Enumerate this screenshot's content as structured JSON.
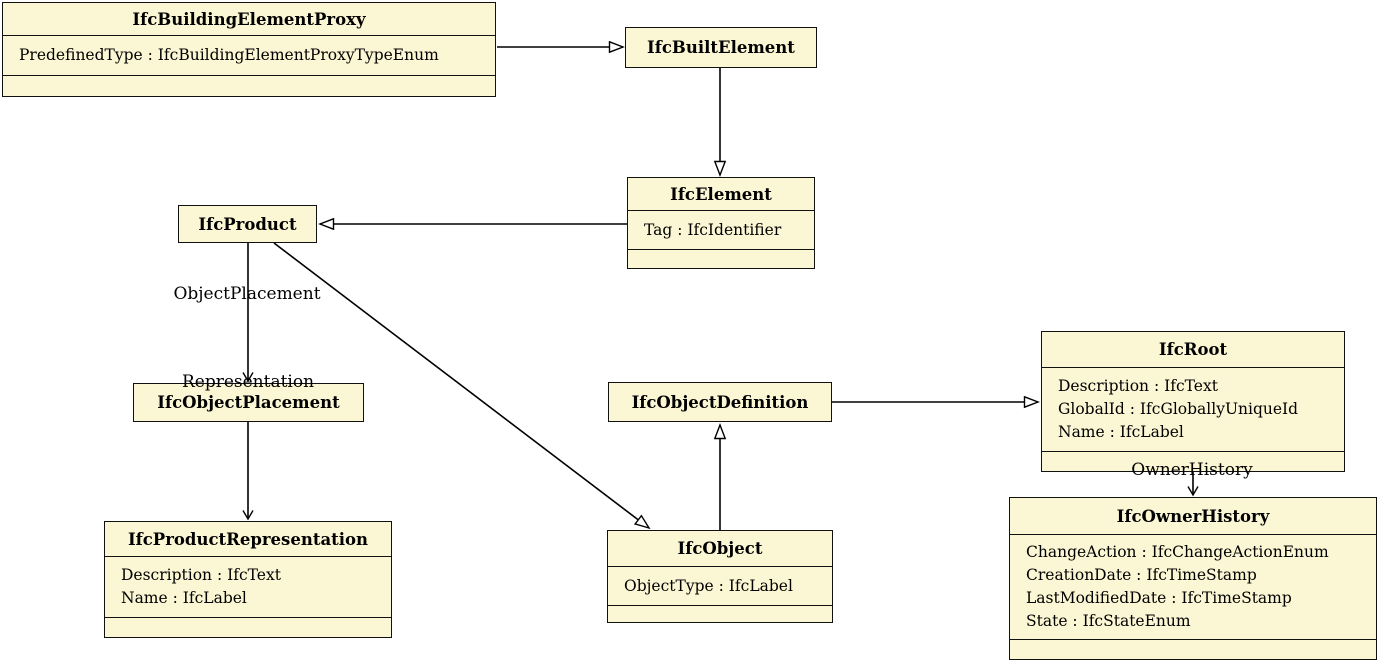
{
  "diagram": {
    "type": "uml-class-diagram",
    "subject": "IFC entity inheritance and associations",
    "colors": {
      "box_fill": "#FBF6D3",
      "box_border": "#111111",
      "line": "#000000",
      "background": "#FFFFFF"
    },
    "classes": [
      {
        "title": "IfcBuildingElementProxy",
        "attributes": [
          "PredefinedType : IfcBuildingElementProxyTypeEnum"
        ]
      },
      {
        "title": "IfcBuiltElement",
        "attributes": []
      },
      {
        "title": "IfcElement",
        "attributes": [
          "Tag : IfcIdentifier"
        ]
      },
      {
        "title": "IfcProduct",
        "attributes": []
      },
      {
        "title": "IfcObjectPlacement",
        "attributes": []
      },
      {
        "title": "IfcProductRepresentation",
        "attributes": [
          "Description : IfcText",
          "Name : IfcLabel"
        ]
      },
      {
        "title": "IfcObjectDefinition",
        "attributes": []
      },
      {
        "title": "IfcObject",
        "attributes": [
          "ObjectType : IfcLabel"
        ]
      },
      {
        "title": "IfcRoot",
        "attributes": [
          "Description : IfcText",
          "GlobalId : IfcGloballyUniqueId",
          "Name : IfcLabel"
        ]
      },
      {
        "title": "IfcOwnerHistory",
        "attributes": [
          "ChangeAction : IfcChangeActionEnum",
          "CreationDate : IfcTimeStamp",
          "LastModifiedDate : IfcTimeStamp",
          "State : IfcStateEnum"
        ]
      }
    ],
    "edges": [
      {
        "from": "IfcBuildingElementProxy",
        "to": "IfcBuiltElement",
        "type": "generalization",
        "label": ""
      },
      {
        "from": "IfcBuiltElement",
        "to": "IfcElement",
        "type": "generalization",
        "label": ""
      },
      {
        "from": "IfcElement",
        "to": "IfcProduct",
        "type": "generalization",
        "label": ""
      },
      {
        "from": "IfcProduct",
        "to": "IfcObjectPlacement",
        "type": "association",
        "label": "ObjectPlacement"
      },
      {
        "from": "IfcProduct",
        "to": "IfcProductRepresentation",
        "type": "association",
        "label": "Representation"
      },
      {
        "from": "IfcProduct",
        "to": "IfcObject",
        "type": "generalization",
        "label": ""
      },
      {
        "from": "IfcObject",
        "to": "IfcObjectDefinition",
        "type": "generalization",
        "label": ""
      },
      {
        "from": "IfcObjectDefinition",
        "to": "IfcRoot",
        "type": "generalization",
        "label": ""
      },
      {
        "from": "IfcRoot",
        "to": "IfcOwnerHistory",
        "type": "association",
        "label": "OwnerHistory"
      }
    ]
  }
}
